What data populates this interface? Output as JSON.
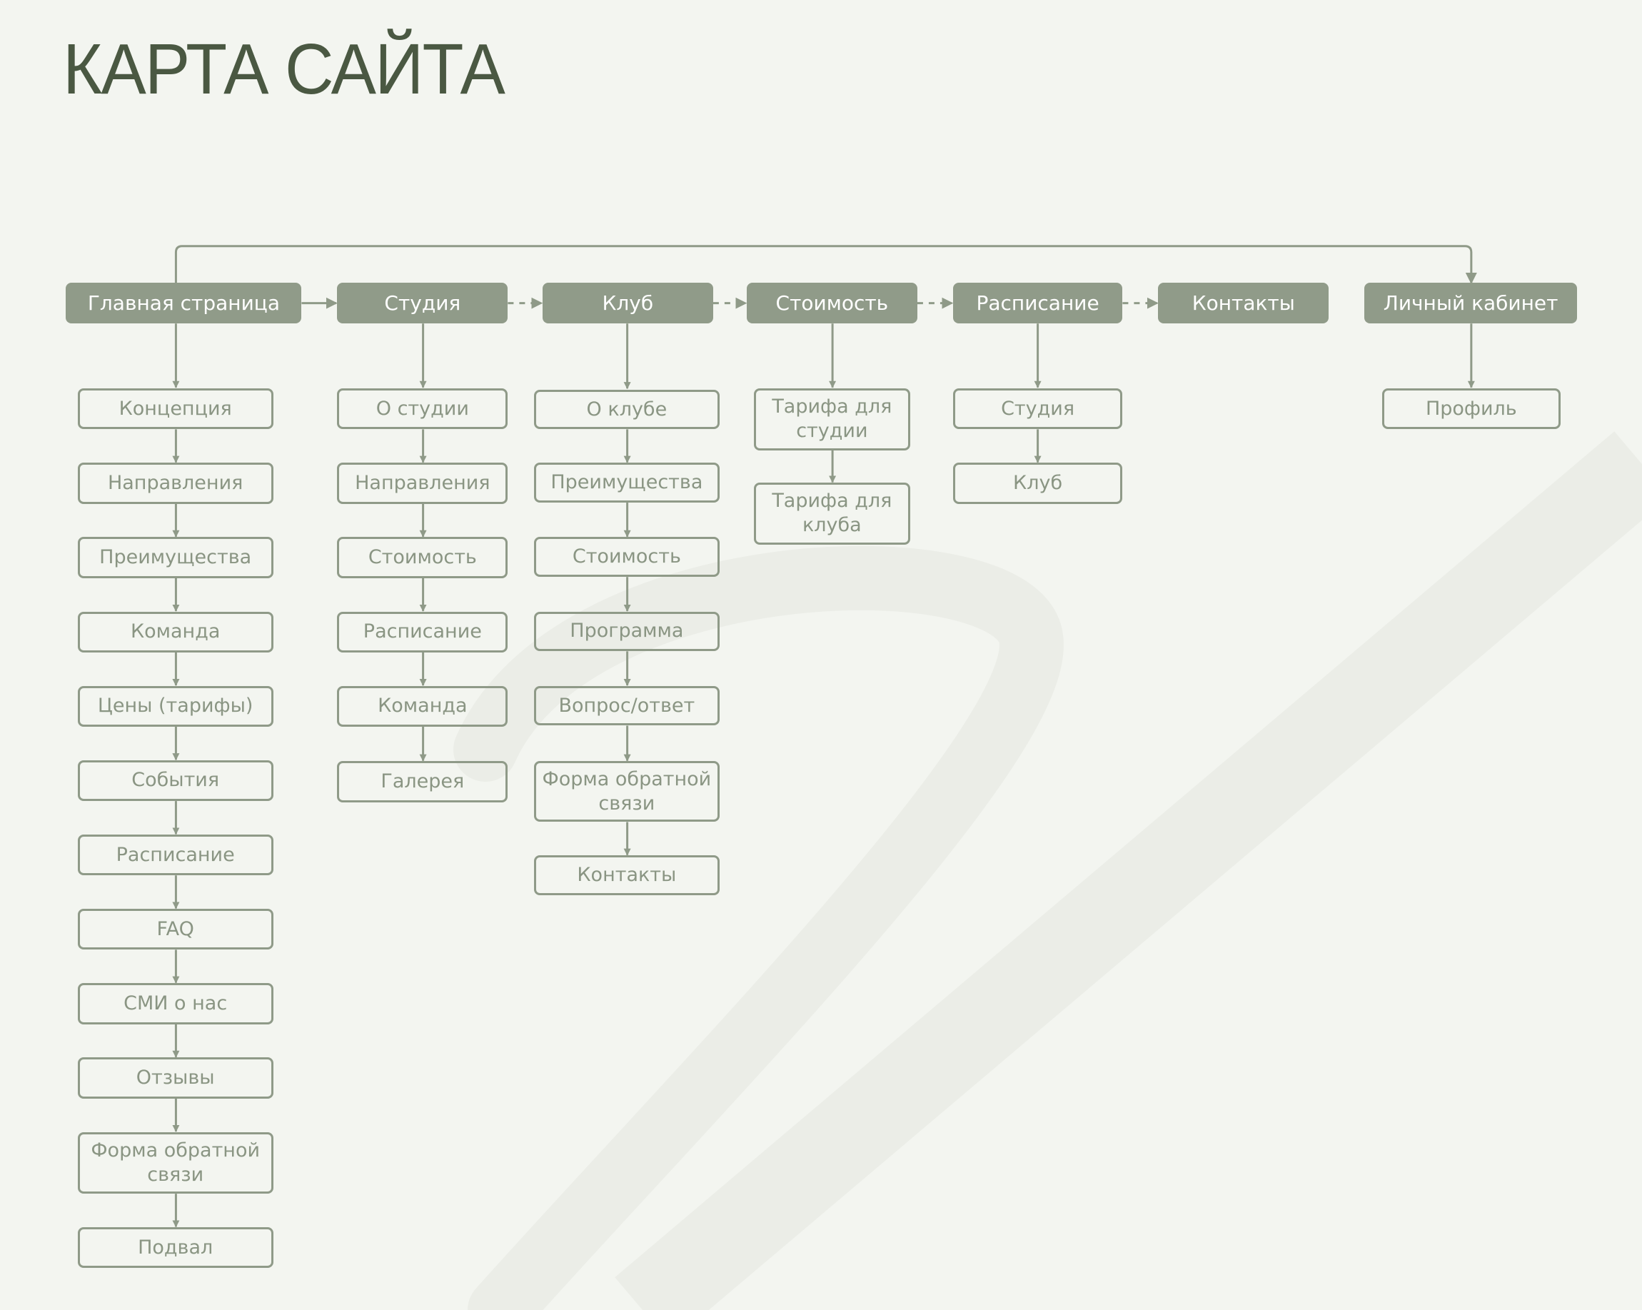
{
  "title": "КАРТА САЙТА",
  "colors": {
    "background": "#f3f5f0",
    "title": "#4a5842",
    "main_box": "#909b89",
    "line": "#8f9a88",
    "sub_text": "#8a9583"
  },
  "main_nav": [
    {
      "label": "Главная страница"
    },
    {
      "label": "Студия"
    },
    {
      "label": "Клуб"
    },
    {
      "label": "Стоимость"
    },
    {
      "label": "Расписание"
    },
    {
      "label": "Контакты"
    },
    {
      "label": "Личный кабинет"
    }
  ],
  "columns": {
    "home": [
      "Концепция",
      "Направления",
      "Преимущества",
      "Команда",
      "Цены (тарифы)",
      "События",
      "Расписание",
      "FAQ",
      "СМИ о нас",
      "Отзывы",
      "Форма обратной связи",
      "Подвал"
    ],
    "studio": [
      "О студии",
      "Направления",
      "Стоимость",
      "Расписание",
      "Команда",
      "Галерея"
    ],
    "club": [
      "О клубе",
      "Преимущества",
      "Стоимость",
      "Программа",
      "Вопрос/ответ",
      "Форма обратной связи",
      "Контакты"
    ],
    "price": [
      "Тарифа для студии",
      "Тарифа для клуба"
    ],
    "schedule": [
      "Студия",
      "Клуб"
    ],
    "account": [
      "Профиль"
    ]
  }
}
